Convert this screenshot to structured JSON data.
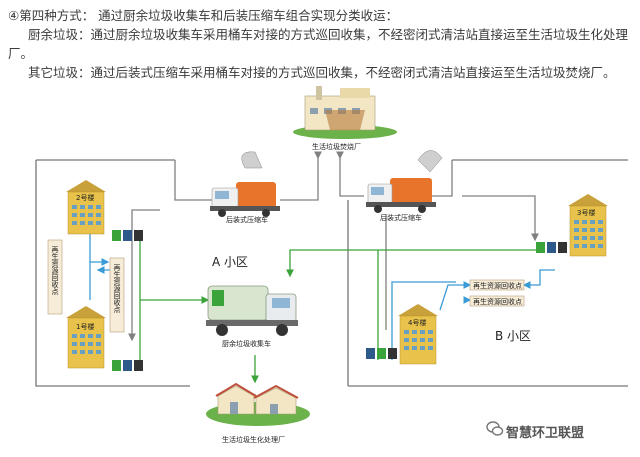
{
  "text": {
    "line1": "④第四种方式：  通过厨余垃圾收集车和后装压缩车组合实现分类收运：",
    "line2": "厨余垃圾：通过厨余垃圾收集车采用桶车对接的方式巡回收集，不经密闭式清洁站直接运至生活垃圾生化处理厂。",
    "line3": "其它垃圾：通过后装式压缩车采用桶车对接的方式巡回收集，不经密闭式清洁站直接运至生活垃圾焚烧厂。"
  },
  "diagram": {
    "incinerator": "生活垃圾焚烧厂",
    "compactor_left": "后装式压缩车",
    "compactor_right": "后装式压缩车",
    "zone_a": "A 小区",
    "zone_b": "B 小区",
    "building_2": "2号楼",
    "building_1": "1号楼",
    "building_3": "3号楼",
    "building_4": "4号楼",
    "recycle_left_outer": "再生资源回收点",
    "recycle_left_inner": "再生资源回收点",
    "recycle_right_1": "再生资源回收点",
    "recycle_right_2": "再生资源回收点",
    "kitchen_truck": "厨余垃圾收集车",
    "bio_plant": "生活垃圾生化处理厂"
  },
  "watermark": {
    "text": "智慧环卫联盟"
  },
  "colors": {
    "gray_line": "#808080",
    "green_line": "#3aa33a",
    "blue_line": "#3b9bd6",
    "building": "#e8c24a"
  }
}
